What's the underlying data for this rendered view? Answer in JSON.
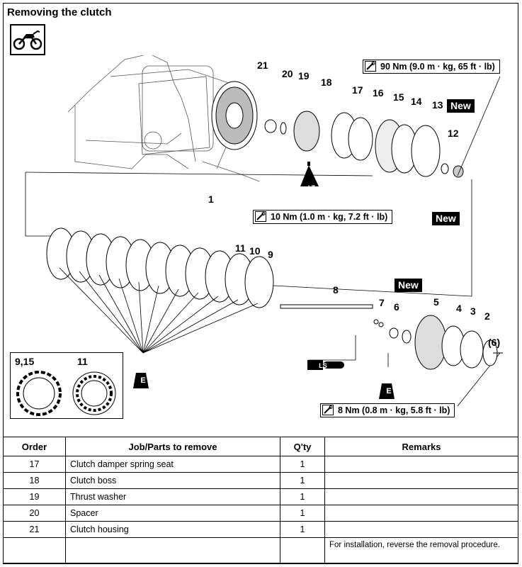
{
  "title": "Removing the clutch",
  "icons": {
    "vehicle": "motorcycle-icon",
    "wrench": "wrench-icon",
    "sealant": "threadlock-bottle-icon",
    "grease": "grease-gun-icon",
    "oil": "engine-oil-icon"
  },
  "torque": {
    "t90": "90 Nm (9.0 m · kg, 65 ft · lb)",
    "t10": "10 Nm (1.0 m · kg, 7.2 ft · lb)",
    "t8": "8 Nm (0.8 m · kg, 5.8 ft · lb)"
  },
  "new_label": "New",
  "symbols": {
    "lt": "LT",
    "ls": "LS",
    "e": "E"
  },
  "part_numbers": {
    "p21": "21",
    "p20": "20",
    "p19": "19",
    "p18": "18",
    "p17": "17",
    "p16": "16",
    "p15": "15",
    "p14": "14",
    "p13": "13",
    "p12": "12",
    "p1": "1",
    "p11": "11",
    "p10": "10",
    "p9": "9",
    "p8": "8",
    "p7": "7",
    "p6": "6",
    "p5": "5",
    "p4": "4",
    "p3": "3",
    "p2": "2",
    "p6b": "(6)"
  },
  "legend": {
    "left": "9,15",
    "right": "11"
  },
  "table": {
    "headers": {
      "order": "Order",
      "job": "Job/Parts to remove",
      "qty": "Q'ty",
      "remarks": "Remarks"
    },
    "rows": [
      {
        "order": "17",
        "job": "Clutch damper spring seat",
        "qty": "1",
        "remarks": ""
      },
      {
        "order": "18",
        "job": "Clutch boss",
        "qty": "1",
        "remarks": ""
      },
      {
        "order": "19",
        "job": "Thrust washer",
        "qty": "1",
        "remarks": ""
      },
      {
        "order": "20",
        "job": "Spacer",
        "qty": "1",
        "remarks": ""
      },
      {
        "order": "21",
        "job": "Clutch housing",
        "qty": "1",
        "remarks": ""
      },
      {
        "order": "",
        "job": "",
        "qty": "",
        "remarks": "For installation, reverse the removal procedure."
      }
    ]
  },
  "colors": {
    "ink": "#000000",
    "paper": "#ffffff",
    "sketch": "#555555"
  }
}
